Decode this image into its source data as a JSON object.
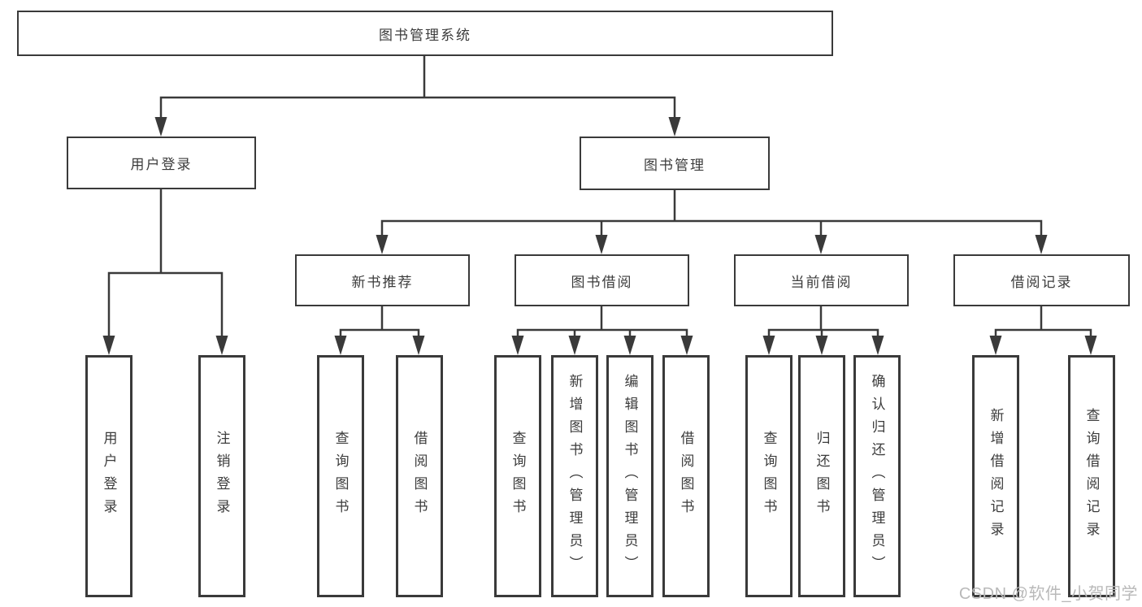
{
  "diagram": {
    "root": {
      "label": "图书管理系统"
    },
    "login_branch": {
      "label": "用户登录",
      "leaves": [
        {
          "label": "用户登录"
        },
        {
          "label": "注销登录"
        }
      ]
    },
    "manage_branch": {
      "label": "图书管理",
      "sections": [
        {
          "label": "新书推荐",
          "leaves": [
            {
              "label": "查询图书"
            },
            {
              "label": "借阅图书"
            }
          ]
        },
        {
          "label": "图书借阅",
          "leaves": [
            {
              "label": "查询图书"
            },
            {
              "label": "新增图书（管理员）"
            },
            {
              "label": "编辑图书（管理员）"
            },
            {
              "label": "借阅图书"
            }
          ]
        },
        {
          "label": "当前借阅",
          "leaves": [
            {
              "label": "查询图书"
            },
            {
              "label": "归还图书"
            },
            {
              "label": "确认归还（管理员）"
            }
          ]
        },
        {
          "label": "借阅记录",
          "leaves": [
            {
              "label": "新增借阅记录"
            },
            {
              "label": "查询借阅记录"
            }
          ]
        }
      ]
    }
  },
  "watermark": {
    "text": "CSDN @软件_小贺同学"
  },
  "colors": {
    "line": "#3a3a3a",
    "text": "#3c3c3c",
    "watermark": "#b9b9b9",
    "background": "#ffffff"
  }
}
